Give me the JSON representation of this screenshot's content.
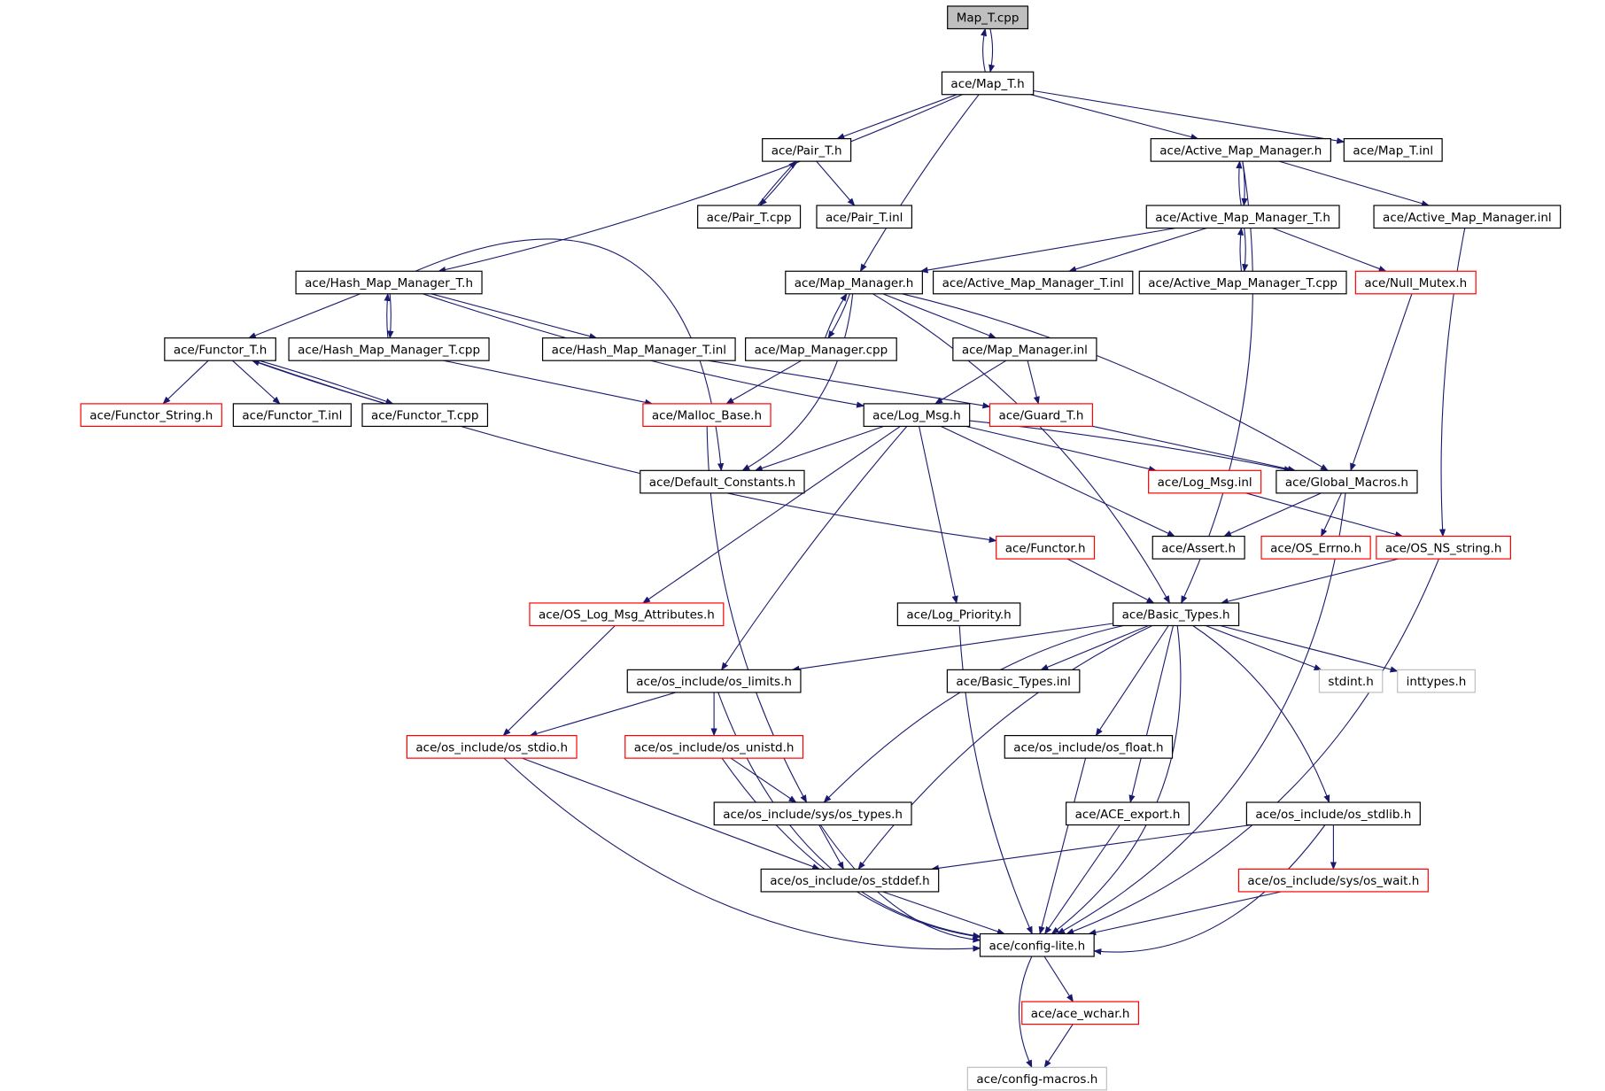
{
  "colors": {
    "edge": "#191970",
    "border_normal": "#000000",
    "border_red": "#ff0000",
    "border_gray": "#bfbfbf",
    "root_fill": "#bfbfbf",
    "fill": "#ffffff"
  },
  "nodes": {
    "n_map_t_cpp": {
      "label": "Map_T.cpp",
      "style": "root"
    },
    "n_map_t_h": {
      "label": "ace/Map_T.h",
      "style": "normal"
    },
    "n_pair_t_h": {
      "label": "ace/Pair_T.h",
      "style": "normal"
    },
    "n_active_map_manager_h": {
      "label": "ace/Active_Map_Manager.h",
      "style": "normal"
    },
    "n_map_t_inl": {
      "label": "ace/Map_T.inl",
      "style": "normal"
    },
    "n_pair_t_cpp": {
      "label": "ace/Pair_T.cpp",
      "style": "normal"
    },
    "n_pair_t_inl": {
      "label": "ace/Pair_T.inl",
      "style": "normal"
    },
    "n_active_map_manager_t_h": {
      "label": "ace/Active_Map_Manager_T.h",
      "style": "normal"
    },
    "n_active_map_manager_inl": {
      "label": "ace/Active_Map_Manager.inl",
      "style": "normal"
    },
    "n_hash_map_manager_t_h": {
      "label": "ace/Hash_Map_Manager_T.h",
      "style": "normal"
    },
    "n_map_manager_h": {
      "label": "ace/Map_Manager.h",
      "style": "normal"
    },
    "n_active_map_manager_t_inl": {
      "label": "ace/Active_Map_Manager_T.inl",
      "style": "normal"
    },
    "n_active_map_manager_t_cpp": {
      "label": "ace/Active_Map_Manager_T.cpp",
      "style": "normal"
    },
    "n_null_mutex_h": {
      "label": "ace/Null_Mutex.h",
      "style": "red"
    },
    "n_functor_t_h": {
      "label": "ace/Functor_T.h",
      "style": "normal"
    },
    "n_hash_map_manager_t_cpp": {
      "label": "ace/Hash_Map_Manager_T.cpp",
      "style": "normal"
    },
    "n_hash_map_manager_t_inl": {
      "label": "ace/Hash_Map_Manager_T.inl",
      "style": "normal"
    },
    "n_map_manager_cpp": {
      "label": "ace/Map_Manager.cpp",
      "style": "normal"
    },
    "n_map_manager_inl": {
      "label": "ace/Map_Manager.inl",
      "style": "normal"
    },
    "n_functor_string_h": {
      "label": "ace/Functor_String.h",
      "style": "red"
    },
    "n_functor_t_inl": {
      "label": "ace/Functor_T.inl",
      "style": "normal"
    },
    "n_functor_t_cpp": {
      "label": "ace/Functor_T.cpp",
      "style": "normal"
    },
    "n_malloc_base_h": {
      "label": "ace/Malloc_Base.h",
      "style": "red"
    },
    "n_log_msg_h": {
      "label": "ace/Log_Msg.h",
      "style": "normal"
    },
    "n_guard_t_h": {
      "label": "ace/Guard_T.h",
      "style": "red"
    },
    "n_default_constants_h": {
      "label": "ace/Default_Constants.h",
      "style": "normal"
    },
    "n_log_msg_inl": {
      "label": "ace/Log_Msg.inl",
      "style": "red"
    },
    "n_global_macros_h": {
      "label": "ace/Global_Macros.h",
      "style": "normal"
    },
    "n_functor_h": {
      "label": "ace/Functor.h",
      "style": "red"
    },
    "n_assert_h": {
      "label": "ace/Assert.h",
      "style": "normal"
    },
    "n_os_errno_h": {
      "label": "ace/OS_Errno.h",
      "style": "red"
    },
    "n_os_ns_string_h": {
      "label": "ace/OS_NS_string.h",
      "style": "red"
    },
    "n_os_log_msg_attributes_h": {
      "label": "ace/OS_Log_Msg_Attributes.h",
      "style": "red"
    },
    "n_log_priority_h": {
      "label": "ace/Log_Priority.h",
      "style": "normal"
    },
    "n_basic_types_h": {
      "label": "ace/Basic_Types.h",
      "style": "normal"
    },
    "n_os_limits_h": {
      "label": "ace/os_include/os_limits.h",
      "style": "normal"
    },
    "n_basic_types_inl": {
      "label": "ace/Basic_Types.inl",
      "style": "normal"
    },
    "n_stdint_h": {
      "label": "stdint.h",
      "style": "gray"
    },
    "n_inttypes_h": {
      "label": "inttypes.h",
      "style": "gray"
    },
    "n_os_stdio_h": {
      "label": "ace/os_include/os_stdio.h",
      "style": "red"
    },
    "n_os_unistd_h": {
      "label": "ace/os_include/os_unistd.h",
      "style": "red"
    },
    "n_os_float_h": {
      "label": "ace/os_include/os_float.h",
      "style": "normal"
    },
    "n_os_types_h": {
      "label": "ace/os_include/sys/os_types.h",
      "style": "normal"
    },
    "n_ace_export_h": {
      "label": "ace/ACE_export.h",
      "style": "normal"
    },
    "n_os_stdlib_h": {
      "label": "ace/os_include/os_stdlib.h",
      "style": "normal"
    },
    "n_os_stddef_h": {
      "label": "ace/os_include/os_stddef.h",
      "style": "normal"
    },
    "n_os_wait_h": {
      "label": "ace/os_include/sys/os_wait.h",
      "style": "red"
    },
    "n_config_lite_h": {
      "label": "ace/config-lite.h",
      "style": "normal"
    },
    "n_ace_wchar_h": {
      "label": "ace/ace_wchar.h",
      "style": "red"
    },
    "n_config_macros_h": {
      "label": "ace/config-macros.h",
      "style": "gray"
    }
  }
}
